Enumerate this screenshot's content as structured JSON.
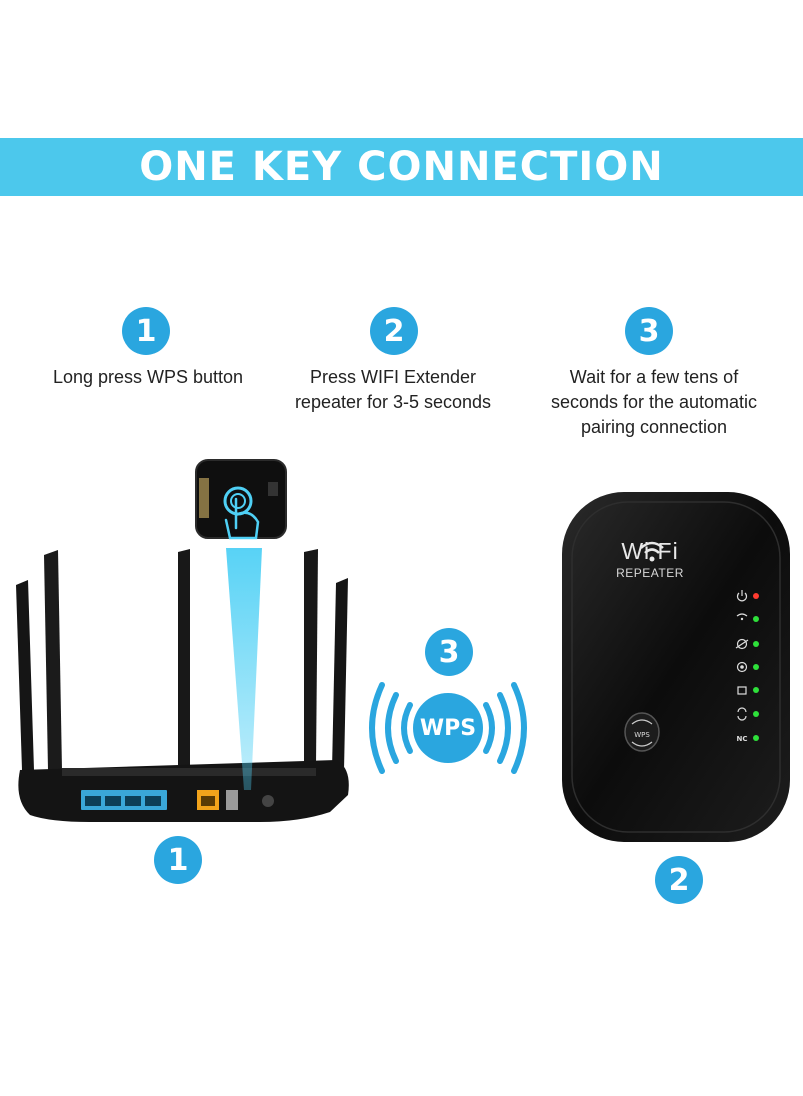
{
  "banner": {
    "title": "ONE KEY CONNECTION"
  },
  "steps": [
    {
      "number": "1",
      "lines": [
        "Long press WPS button"
      ]
    },
    {
      "number": "2",
      "lines": [
        "Press WIFI Extender",
        "repeater for 3-5 seconds"
      ]
    },
    {
      "number": "3",
      "lines": [
        "Wait for a few tens of",
        "seconds for the automatic",
        "pairing connection"
      ]
    }
  ],
  "diagram": {
    "router_badge": "1",
    "repeater_badge": "2",
    "wps_badge": "3",
    "wps_label": "WPS"
  },
  "repeater": {
    "logo": "Wi  Fi",
    "label": "REPEATER",
    "button_label": "WPS",
    "led_nc_label": "NC",
    "icons": [
      "power-icon",
      "wifi-24g-icon",
      "globe-icon",
      "target-icon",
      "lan-icon",
      "refresh-icon"
    ]
  },
  "colors": {
    "accent": "#4cc8ec",
    "badge": "#2aa6df",
    "device": "#111111",
    "led_green": "#2ee03a",
    "led_red": "#ff3b30"
  }
}
